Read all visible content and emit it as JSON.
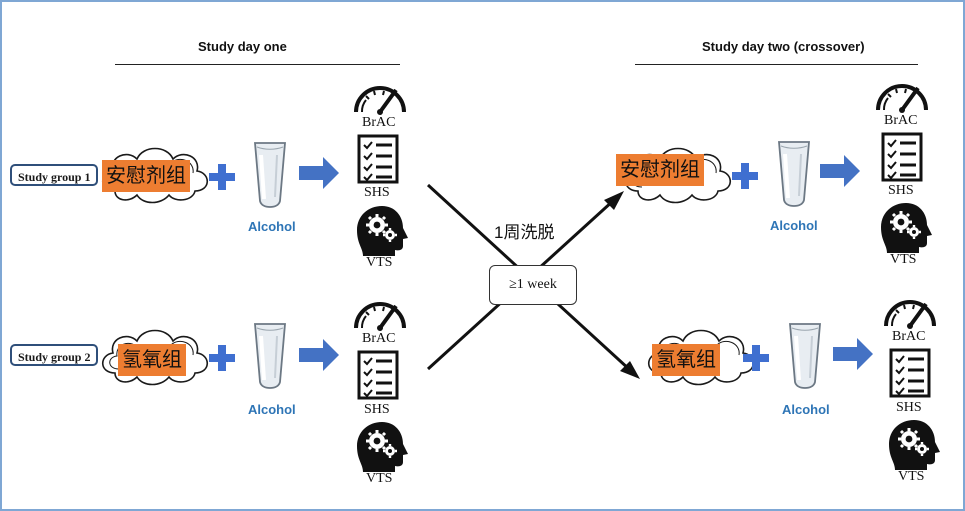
{
  "headings": {
    "day_one": "Study day one",
    "day_two": "Study day two (crossover)"
  },
  "groups": [
    {
      "tag": "Study group 1",
      "day_one_treatment": "安慰剂组",
      "day_two_treatment": "安慰剂组"
    },
    {
      "tag": "Study group 2",
      "day_one_treatment": "氢氧组",
      "day_two_treatment": "氢氧组"
    }
  ],
  "labels": {
    "alcohol": "Alcohol",
    "brac": "BrAC",
    "shs": "SHS",
    "vts": "VTS"
  },
  "washout": {
    "label": "1周洗脱",
    "box_text": "≥1 week"
  },
  "colors": {
    "orange": "#ed7d31",
    "plus_blue": "#3f6fd0",
    "arrow_blue": "#4472c4",
    "alcohol_text": "#2e75b6",
    "border": "#7fa7d4"
  },
  "icons": [
    "cloud-icon",
    "plus-icon",
    "glass-icon",
    "arrow-right-icon",
    "gauge-icon",
    "checklist-icon",
    "head-gears-icon"
  ]
}
